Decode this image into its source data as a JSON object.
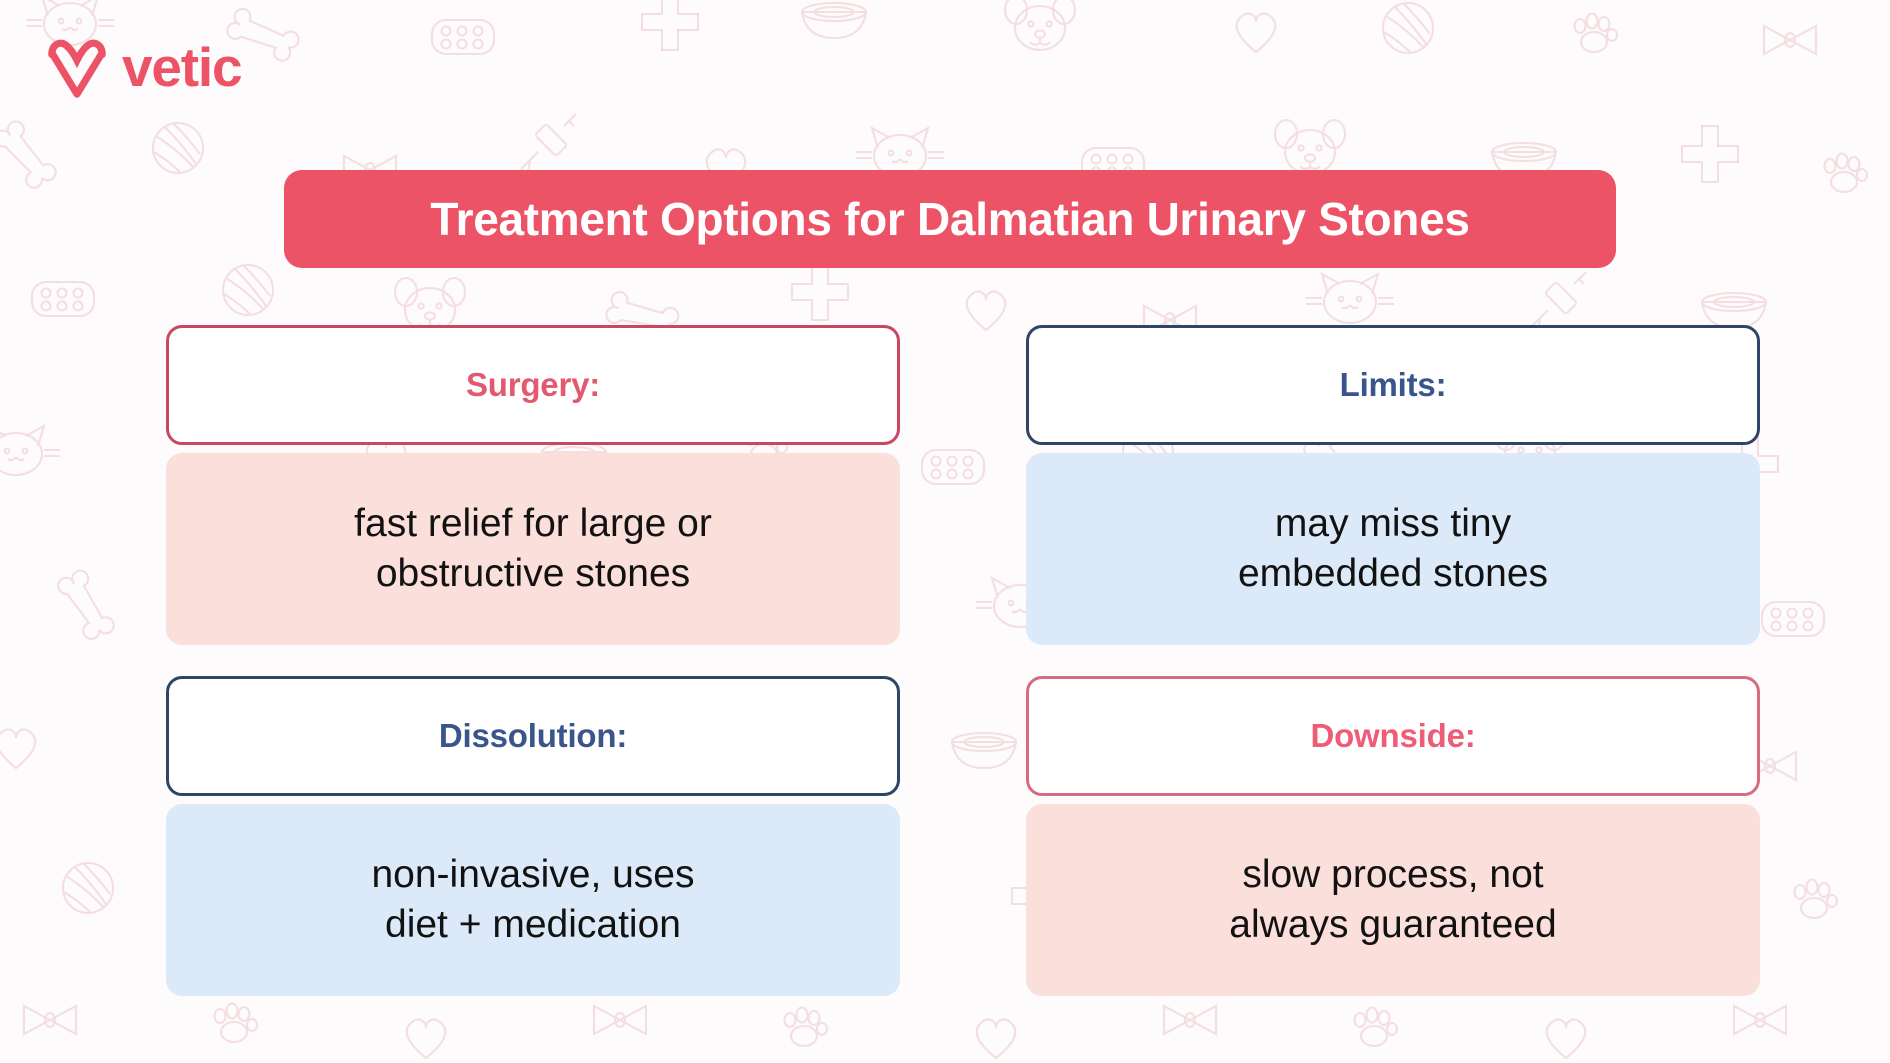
{
  "brand": {
    "name": "vetic",
    "logo_icon": "vetic-heart-v-icon",
    "accent_color": "#EC5366"
  },
  "banner": {
    "title": "Treatment Options for Dalmatian Urinary Stones",
    "background_color": "#EC5366",
    "text_color": "#FFFFFF"
  },
  "palette": {
    "pink_accent": "#EC5366",
    "pink_header_text": "#E3596F",
    "pink_header_text_alt": "#EF5C76",
    "pink_border": "#C8495F",
    "pink_border_light": "#D86B80",
    "pink_fill": "#FBDFDB",
    "navy_text": "#3A558C",
    "navy_border": "#2F4565",
    "blue_fill": "#DCE9F8",
    "body_text": "#121212",
    "page_background": "#FDFBFB"
  },
  "cards": [
    {
      "header_label": "Surgery:",
      "header_style": "pink",
      "body_text": "fast relief for large or\nobstructive stones",
      "body_style": "pink"
    },
    {
      "header_label": "Limits:",
      "header_style": "navy",
      "body_text": "may miss tiny\nembedded stones",
      "body_style": "blue"
    },
    {
      "header_label": "Dissolution:",
      "header_style": "navy",
      "body_text": "non-invasive, uses\ndiet + medication",
      "body_style": "blue"
    },
    {
      "header_label": "Downside:",
      "header_style": "pink-l",
      "body_text": "slow process, not\nalways guaranteed",
      "body_style": "pink"
    }
  ],
  "background": {
    "pattern_name": "pet-care-doodle-pattern",
    "motifs": [
      "cat-face-icon",
      "dog-face-icon",
      "bone-icon",
      "heart-icon",
      "bow-tie-icon",
      "pill-blister-pack-icon",
      "yarn-ball-icon",
      "pet-bowl-icon",
      "syringe-icon",
      "medical-cross-icon",
      "paw-print-icon"
    ],
    "stroke_color": "#F3D9DC"
  }
}
